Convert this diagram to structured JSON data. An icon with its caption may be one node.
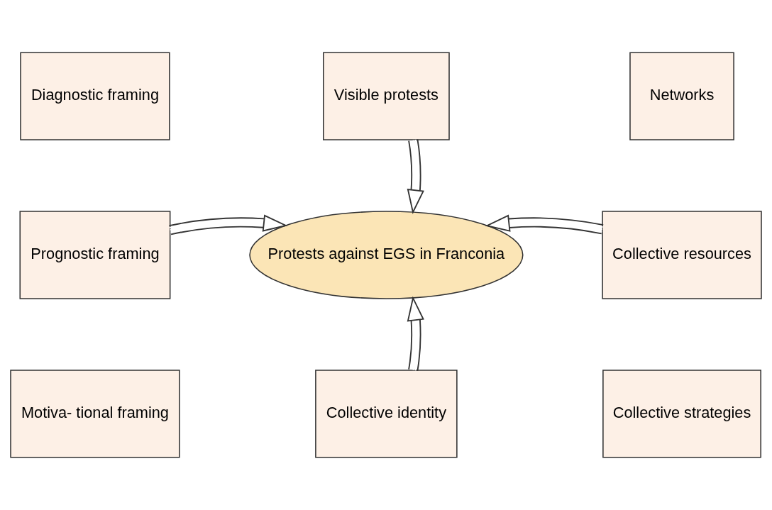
{
  "diagram": {
    "nodes": [
      {
        "text": [
          "Visible protests"
        ]
      },
      {
        "text": [
          "Diagnostic framing"
        ]
      },
      {
        "text": [
          "Networks"
        ]
      },
      {
        "text": [
          "Prognostic framing"
        ]
      },
      {
        "text": [
          "Protests against EGS in Franconia"
        ]
      },
      {
        "text": [
          "Collective resources"
        ]
      },
      {
        "text": [
          "Motiva- tional framing"
        ]
      },
      {
        "text": [
          "Collective strategies"
        ]
      },
      {
        "text": [
          "Collective identity"
        ]
      }
    ],
    "edges": [
      {
        "from": 0,
        "to": 4,
        "arrow": "to"
      },
      {
        "from": 3,
        "to": 4,
        "arrow": "to"
      },
      {
        "from": 5,
        "to": 4,
        "arrow": "to"
      },
      {
        "from": 8,
        "to": 4,
        "arrow": "to"
      }
    ]
  }
}
